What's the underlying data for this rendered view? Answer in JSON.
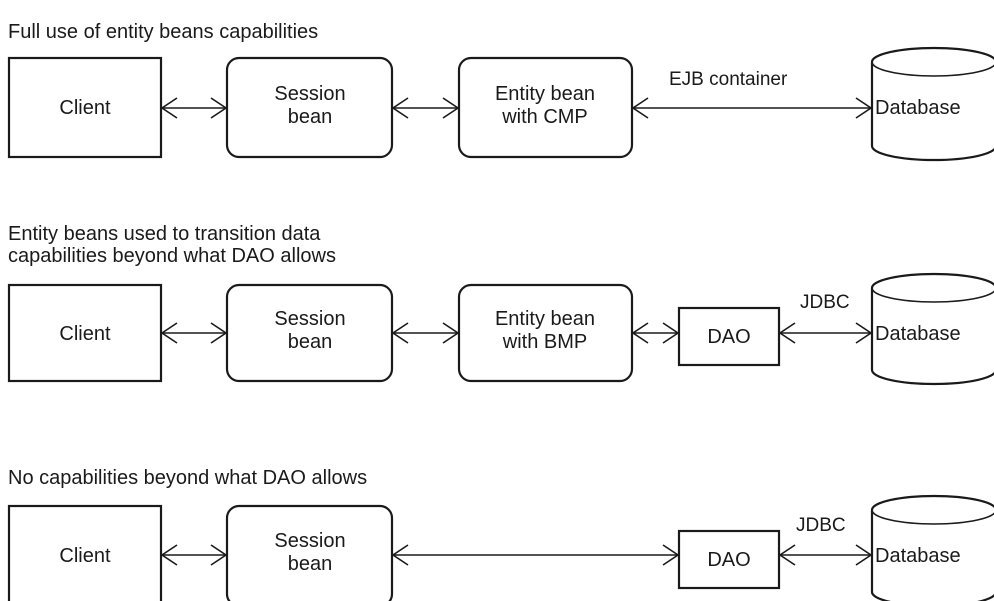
{
  "sections": [
    {
      "title": "Full use of entity beans capabilities",
      "nodes": {
        "client": "Client",
        "session": [
          "Session",
          "bean"
        ],
        "entity": [
          "Entity bean",
          "with CMP"
        ],
        "database": "Database"
      },
      "edges": {
        "entity_db": "EJB container"
      }
    },
    {
      "title": [
        "Entity beans used to transition data",
        "capabilities beyond what DAO allows"
      ],
      "nodes": {
        "client": "Client",
        "session": [
          "Session",
          "bean"
        ],
        "entity": [
          "Entity bean",
          "with BMP"
        ],
        "dao": "DAO",
        "database": "Database"
      },
      "edges": {
        "dao_db": "JDBC"
      }
    },
    {
      "title": "No capabilities beyond what DAO allows",
      "nodes": {
        "client": "Client",
        "session": [
          "Session",
          "bean"
        ],
        "dao": "DAO",
        "database": "Database"
      },
      "edges": {
        "dao_db": "JDBC"
      }
    }
  ]
}
